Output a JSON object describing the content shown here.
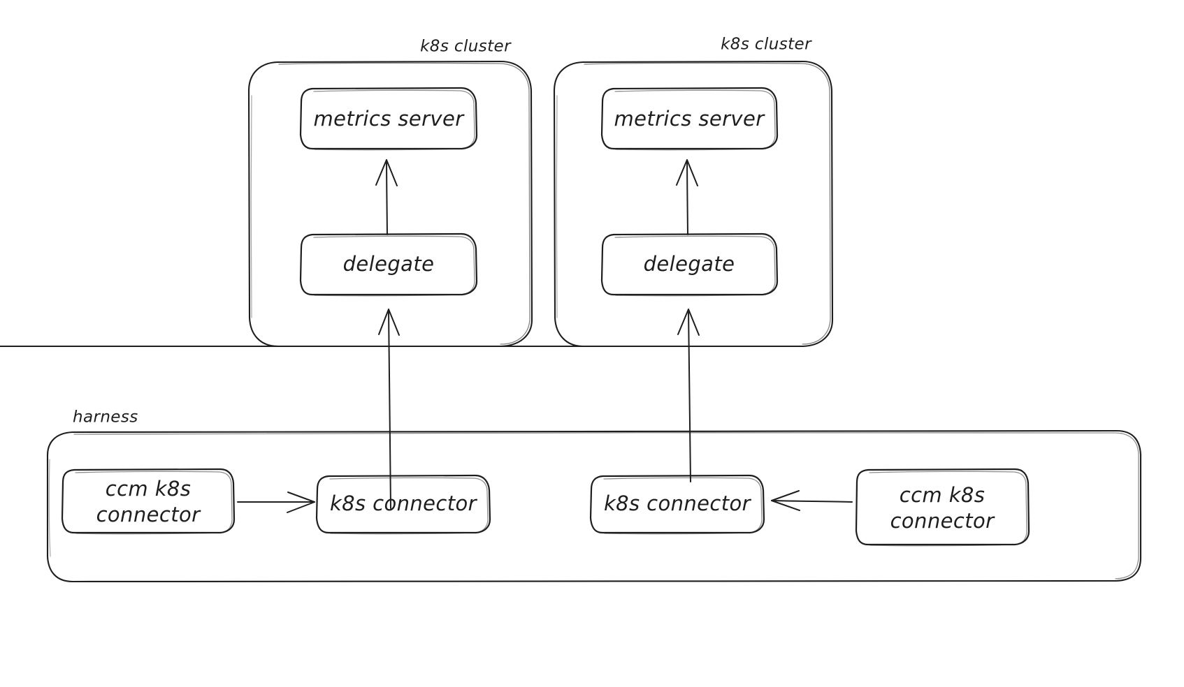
{
  "diagram": {
    "title": "harness ccm k8s connector to k8s cluster metrics flow",
    "style": "hand-drawn sketch",
    "stroke_color": "#1e1e1e",
    "background_color": "#ffffff"
  },
  "groups": [
    {
      "id": "cluster-left",
      "label": "k8s cluster"
    },
    {
      "id": "cluster-right",
      "label": "k8s cluster"
    },
    {
      "id": "harness",
      "label": "harness"
    }
  ],
  "nodes": {
    "metrics_server_left": {
      "label": "metrics server"
    },
    "delegate_left": {
      "label": "delegate"
    },
    "metrics_server_right": {
      "label": "metrics server"
    },
    "delegate_right": {
      "label": "delegate"
    },
    "k8s_connector_left": {
      "label": "k8s connector"
    },
    "k8s_connector_right": {
      "label": "k8s connector"
    },
    "ccm_connector_left": {
      "label_line1": "ccm k8s",
      "label_line2": "connector"
    },
    "ccm_connector_right": {
      "label_line1": "ccm k8s",
      "label_line2": "connector"
    }
  },
  "edges": [
    {
      "id": "edge-ccm-left-to-connector-left",
      "from": "ccm_connector_left",
      "to": "k8s_connector_left",
      "direction": "right"
    },
    {
      "id": "edge-connector-left-to-delegate",
      "from": "k8s_connector_left",
      "to": "delegate_left",
      "direction": "up"
    },
    {
      "id": "edge-delegate-left-to-metrics",
      "from": "delegate_left",
      "to": "metrics_server_left",
      "direction": "up"
    },
    {
      "id": "edge-ccm-right-to-connector-right",
      "from": "ccm_connector_right",
      "to": "k8s_connector_right",
      "direction": "left"
    },
    {
      "id": "edge-connector-right-to-delegate",
      "from": "k8s_connector_right",
      "to": "delegate_right",
      "direction": "up"
    },
    {
      "id": "edge-delegate-right-to-metrics",
      "from": "delegate_right",
      "to": "metrics_server_right",
      "direction": "up"
    }
  ]
}
